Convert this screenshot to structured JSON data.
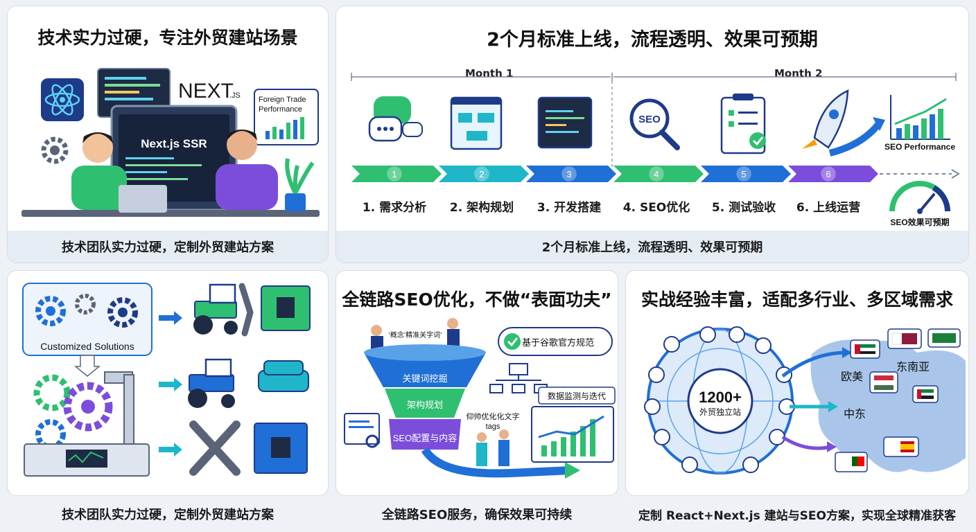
{
  "panel1": {
    "title": "技术实力过硬，专注外贸建站场景",
    "caption": "技术团队实力过硬，定制外贸建站方案",
    "logo_text": "NEXT",
    "logo_suffix": ".JS",
    "screen_text": "Next.js SSR",
    "card_title_line1": "Foreign Trade",
    "card_title_line2": "Performance"
  },
  "panel2": {
    "title": "2个月标准上线，流程透明、效果可预期",
    "caption": "2个月标准上线，流程透明、效果可预期",
    "month1": "Month 1",
    "month2": "Month 2",
    "steps": [
      {
        "num": "1",
        "label": "1. 需求分析"
      },
      {
        "num": "2",
        "label": "2. 架构规划"
      },
      {
        "num": "3",
        "label": "3. 开发搭建"
      },
      {
        "num": "4",
        "label": "4. SEO优化"
      },
      {
        "num": "5",
        "label": "5. 测试验收"
      },
      {
        "num": "6",
        "label": "6. 上线运营"
      }
    ],
    "seo_badge": "SEO",
    "seo_performance": "SEO Performance",
    "gauge_label": "SEO效果可预期"
  },
  "panel3": {
    "solutions_label": "Customized Solutions",
    "caption": "技术团队实力过硬，定制外贸建站方案"
  },
  "panel4": {
    "title": "全链路SEO优化，不做“表面功夫”",
    "caption": "全链路SEO服务，确保效果可持续",
    "bubble_text": "‘概念’精准关字词’",
    "google_badge": "基于谷歌官方规范",
    "funnel": [
      "关键词挖掘",
      "架构规划",
      "SEO配置与内容"
    ],
    "data_badge": "数据监测与迭代",
    "tags_label_line1": "仰帅优化化文字",
    "tags_label_line2": "tags"
  },
  "panel5": {
    "title": "实战经验丰富，适配多行业、多区域需求",
    "caption": "定制 React+Next.js 建站与SEO方案，实现全球精准获客",
    "count": "1200+",
    "count_label": "外贸独立站",
    "regions": [
      "东南亚",
      "欧美",
      "中东"
    ]
  },
  "colors": {
    "green": "#2fbf71",
    "teal": "#1fb6c9",
    "blue": "#1f6fd6",
    "navy": "#1e3a8a",
    "purple": "#7c4ddb",
    "dark": "#233044"
  }
}
